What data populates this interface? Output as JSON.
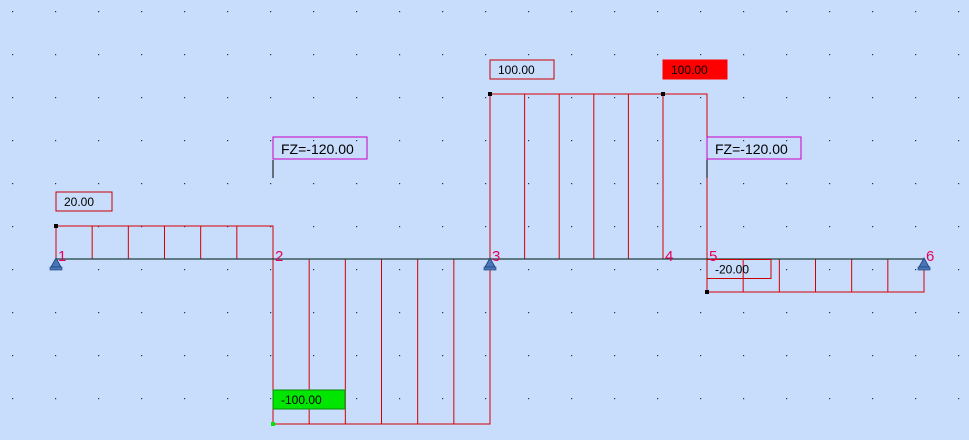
{
  "colors": {
    "background": "#c8dcfb",
    "grid_dot": "#223355",
    "beam": "#000000",
    "diagram": "#d40000",
    "support": "#4a76b8",
    "node_label": "#e8005a",
    "force_label_border": "#c800c8",
    "value_box_border": "#c80000",
    "max_highlight": "#ff0000",
    "min_highlight": "#00e600"
  },
  "nodes": [
    {
      "id": "1",
      "label": "1",
      "support": true
    },
    {
      "id": "2",
      "label": "2",
      "support": false
    },
    {
      "id": "3",
      "label": "3",
      "support": true
    },
    {
      "id": "4",
      "label": "4",
      "support": false
    },
    {
      "id": "5",
      "label": "5",
      "support": false
    },
    {
      "id": "6",
      "label": "6",
      "support": true
    }
  ],
  "diagram_segments": [
    {
      "from": "1",
      "to": "2",
      "value": 20,
      "label": "20.00",
      "highlight": "none"
    },
    {
      "from": "2",
      "to": "3",
      "value": -100,
      "label": "-100.00",
      "highlight": "min"
    },
    {
      "from": "3",
      "to": "4",
      "value": 100,
      "label": "100.00",
      "highlight": "none"
    },
    {
      "from": "4",
      "to": "5",
      "value": 100,
      "label": "100.00",
      "highlight": "max"
    },
    {
      "from": "5",
      "to": "6",
      "value": -20,
      "label": "-20.00",
      "highlight": "none"
    }
  ],
  "point_loads": [
    {
      "node": "2",
      "label": "FZ=-120.00"
    },
    {
      "node": "5",
      "label": "FZ=-120.00"
    }
  ]
}
